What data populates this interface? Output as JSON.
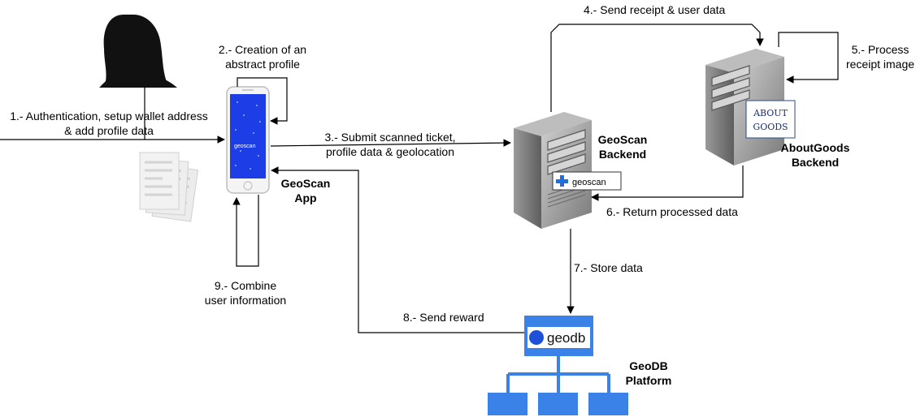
{
  "steps": {
    "s1": [
      "1.- Authentication, setup wallet address",
      "& add profile data"
    ],
    "s2": [
      "2.- Creation of an",
      "abstract profile"
    ],
    "s3": [
      "3.- Submit scanned ticket,",
      "profile data & geolocation"
    ],
    "s4": "4.- Send receipt & user data",
    "s5": [
      "5.- Process",
      "receipt image"
    ],
    "s6": "6.- Return processed data",
    "s7": "7.- Store data",
    "s8": "8.- Send reward",
    "s9": [
      "9.- Combine",
      "user information"
    ]
  },
  "nodes": {
    "app": [
      "GeoScan",
      "App"
    ],
    "geoscan_backend": [
      "GeoScan",
      "Backend"
    ],
    "aboutgoods_backend": [
      "AboutGoods",
      "Backend"
    ],
    "geodb_platform": [
      "GeoDB",
      "Platform"
    ]
  },
  "logos": {
    "phone_brand": "geoscan",
    "server_brand": "geoscan",
    "aboutgoods_logo": [
      "ABOUT",
      "GOODS"
    ],
    "geodb_logo": "geodb"
  },
  "colors": {
    "phone_screen": "#1d3ee6",
    "geodb_blue": "#3b82e8",
    "geoscan_cross": "#1f6fe0",
    "server_gray": "#8c8c8c"
  }
}
